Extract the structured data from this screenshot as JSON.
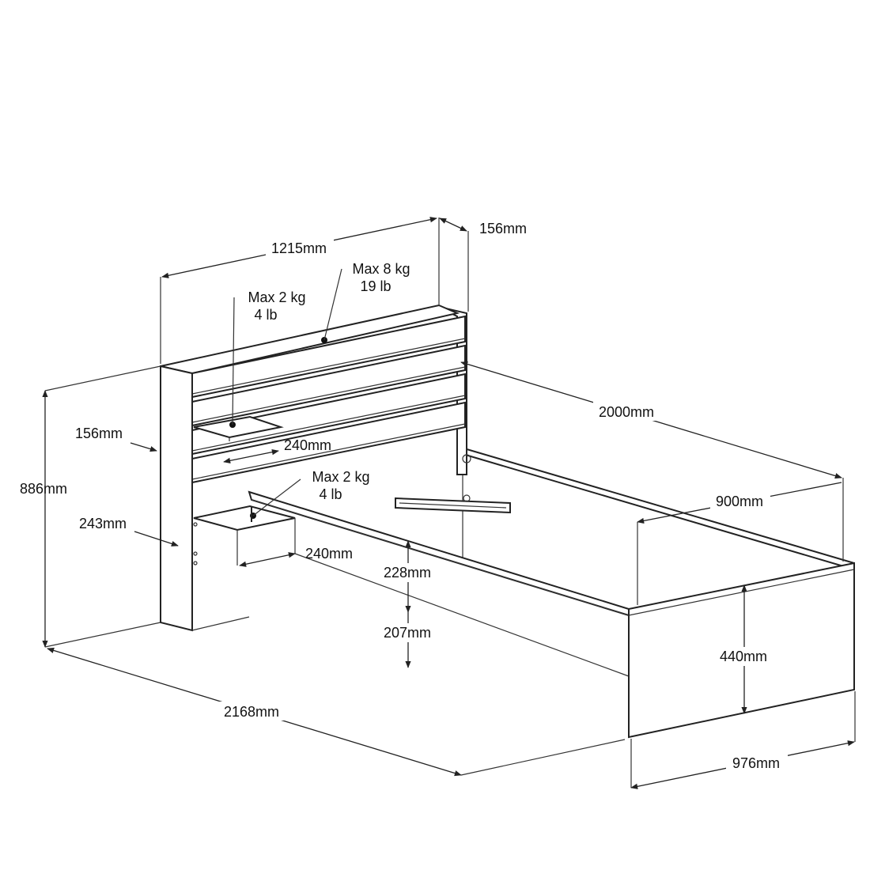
{
  "diagram": {
    "subject": "bed-with-headboard-dimensions",
    "labels": {
      "headboard_width": "1215mm",
      "headboard_depth": "156mm",
      "top_shelf_load_kg": "Max 8 kg",
      "top_shelf_load_lb": "19 lb",
      "upper_shelf_load_kg": "Max 2 kg",
      "upper_shelf_load_lb": "4 lb",
      "bed_length": "2000mm",
      "upper_shelf_depth": "156mm",
      "upper_shelf_width": "240mm",
      "total_height": "886mm",
      "lower_shelf_load_kg": "Max 2 kg",
      "lower_shelf_load_lb": "4 lb",
      "mattress_width": "900mm",
      "lower_shelf_depth": "243mm",
      "lower_shelf_width": "240mm",
      "rail_height": "228mm",
      "clearance_height": "207mm",
      "footboard_height": "440mm",
      "total_length": "2168mm",
      "total_width": "976mm"
    }
  }
}
